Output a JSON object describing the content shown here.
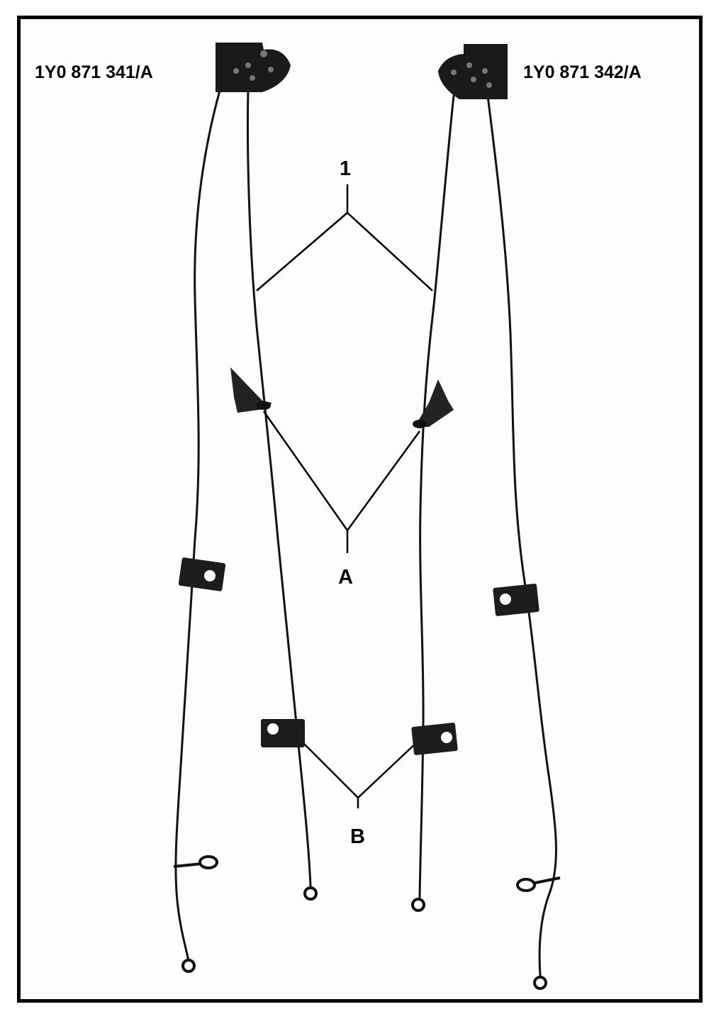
{
  "part_numbers": {
    "left": "1Y0 871 341/A",
    "right": "1Y0 871 342/A"
  },
  "callouts": {
    "one": "1",
    "a": "A",
    "b": "B"
  },
  "colors": {
    "ink": "#000000",
    "part": "#1a1a1a",
    "paper": "#fdfdfd"
  }
}
